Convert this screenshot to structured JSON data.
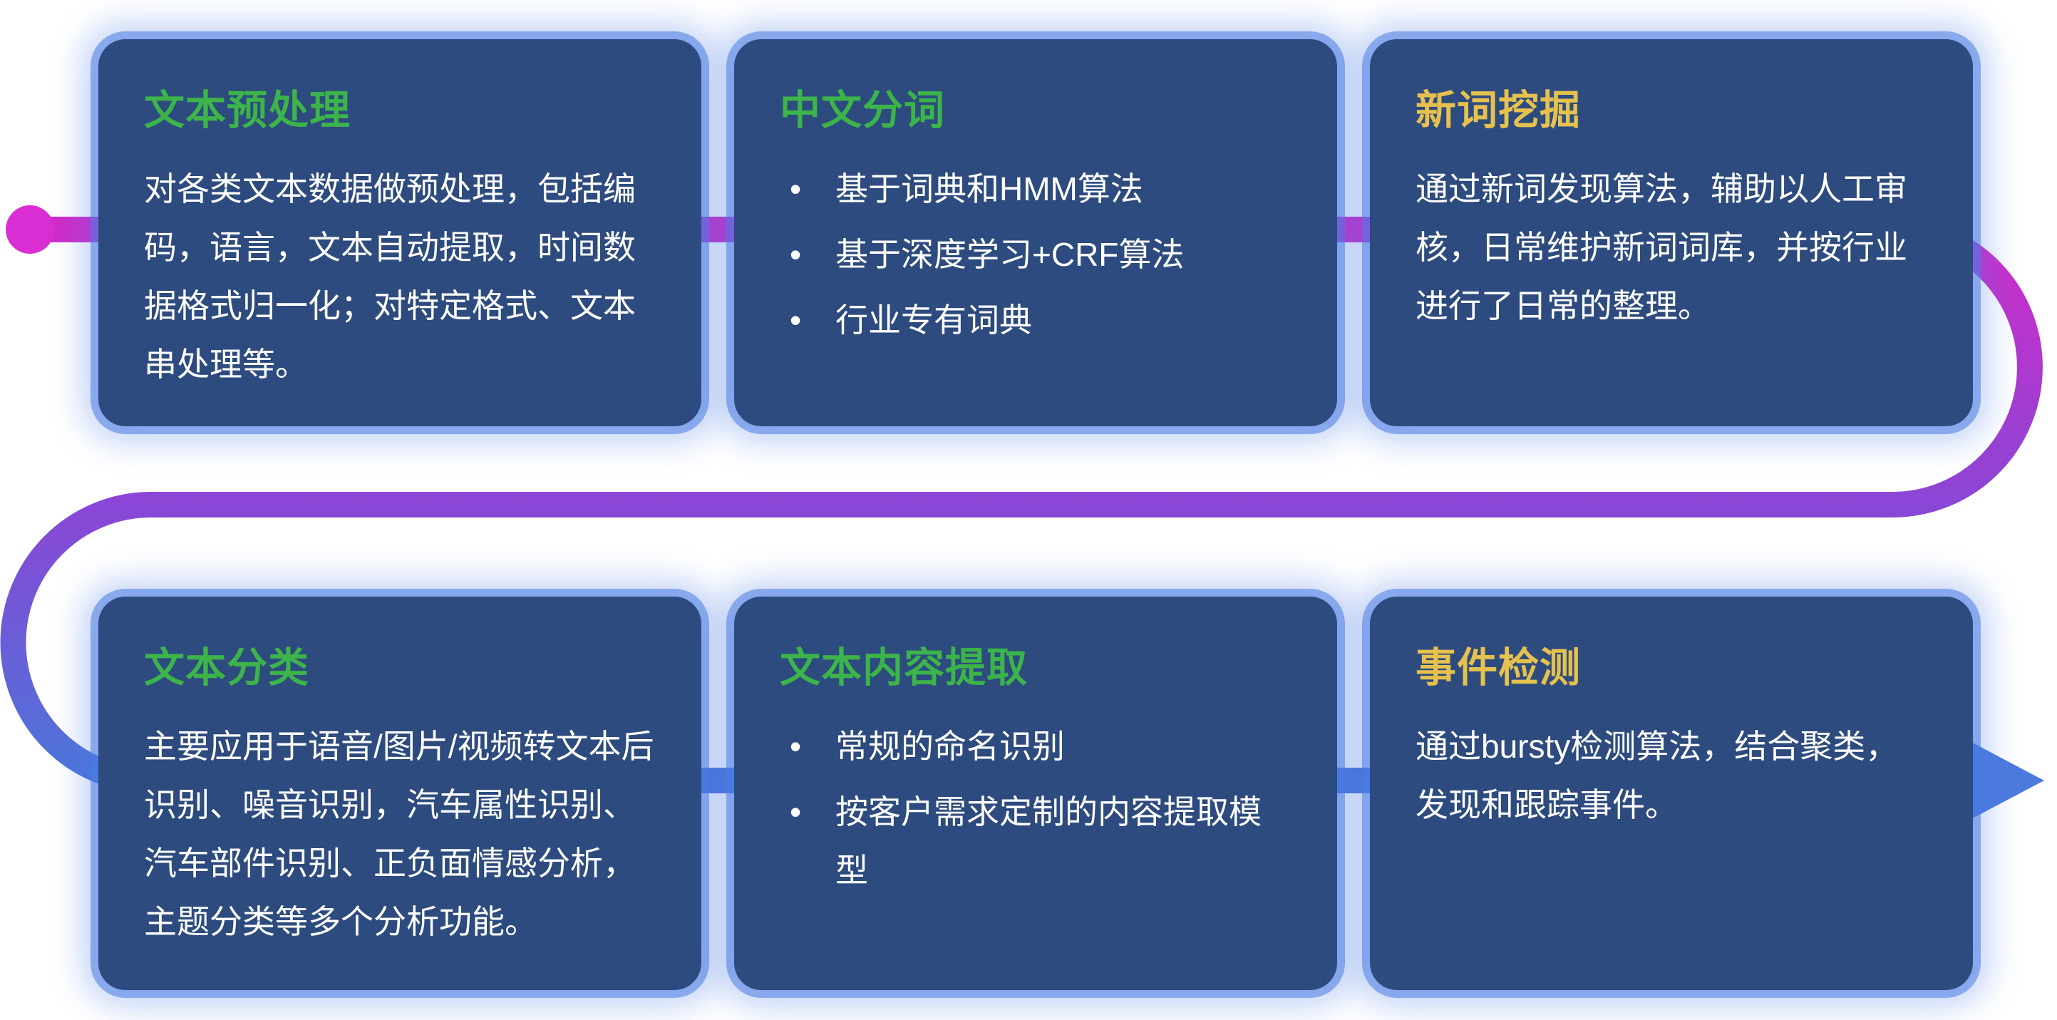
{
  "colors": {
    "css_vars": {
      "page-bg": "#ffffff",
      "card-bg": "#2d4b7e",
      "card-glow": "rgba(74,124,228,0.55)",
      "card-glow-soft": "rgba(74,124,228,0.30)",
      "body-text": "#ffffff"
    },
    "title_green": "#3cb44a",
    "title_yellow": "#e6c14e"
  },
  "flow": {
    "gradient_stops": [
      "#d12cc9",
      "#8a46d6",
      "#4b76da"
    ],
    "start_dot_color": "#d92ed3",
    "end_arrow_color": "#4c7ade"
  },
  "cards": [
    {
      "title": "文本预处理",
      "title_color": "#3cb44a",
      "body": "对各类文本数据做预处理，包括编码，语言，文本自动提取，时间数据格式归一化；对特定格式、文本串处理等。"
    },
    {
      "title": "中文分词",
      "title_color": "#3cb44a",
      "bullets": [
        "基于词典和HMM算法",
        "基于深度学习+CRF算法",
        "行业专有词典"
      ]
    },
    {
      "title": "新词挖掘",
      "title_color": "#e6c14e",
      "body": "通过新词发现算法，辅助以人工审核，日常维护新词词库，并按行业进行了日常的整理。"
    },
    {
      "title": "文本分类",
      "title_color": "#3cb44a",
      "body": "主要应用于语音/图片/视频转文本后识别、噪音识别，汽车属性识别、汽车部件识别、正负面情感分析，主题分类等多个分析功能。"
    },
    {
      "title": "文本内容提取",
      "title_color": "#3cb44a",
      "bullets": [
        "常规的命名识别",
        "按客户需求定制的内容提取模型"
      ]
    },
    {
      "title": "事件检测",
      "title_color": "#e6c14e",
      "body": "通过bursty检测算法，结合聚类，发现和跟踪事件。"
    }
  ]
}
